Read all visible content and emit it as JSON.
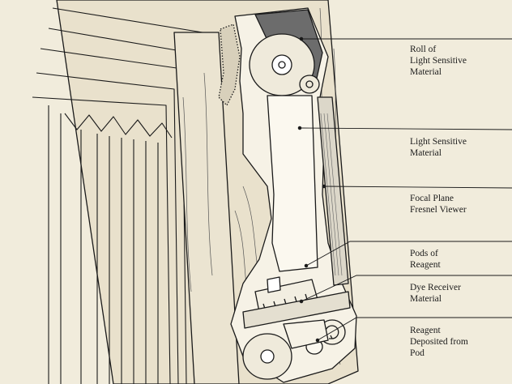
{
  "callouts": [
    {
      "lines": [
        "Roll of",
        "Light Sensitive",
        "Material"
      ]
    },
    {
      "lines": [
        "Light Sensitive",
        "Material"
      ]
    },
    {
      "lines": [
        "Focal Plane",
        "Fresnel Viewer"
      ]
    },
    {
      "lines": [
        "Pods of",
        "Reagent"
      ]
    },
    {
      "lines": [
        "Dye Receiver",
        "Material"
      ]
    },
    {
      "lines": [
        "Reagent",
        "Deposited from",
        "Pod"
      ]
    }
  ]
}
